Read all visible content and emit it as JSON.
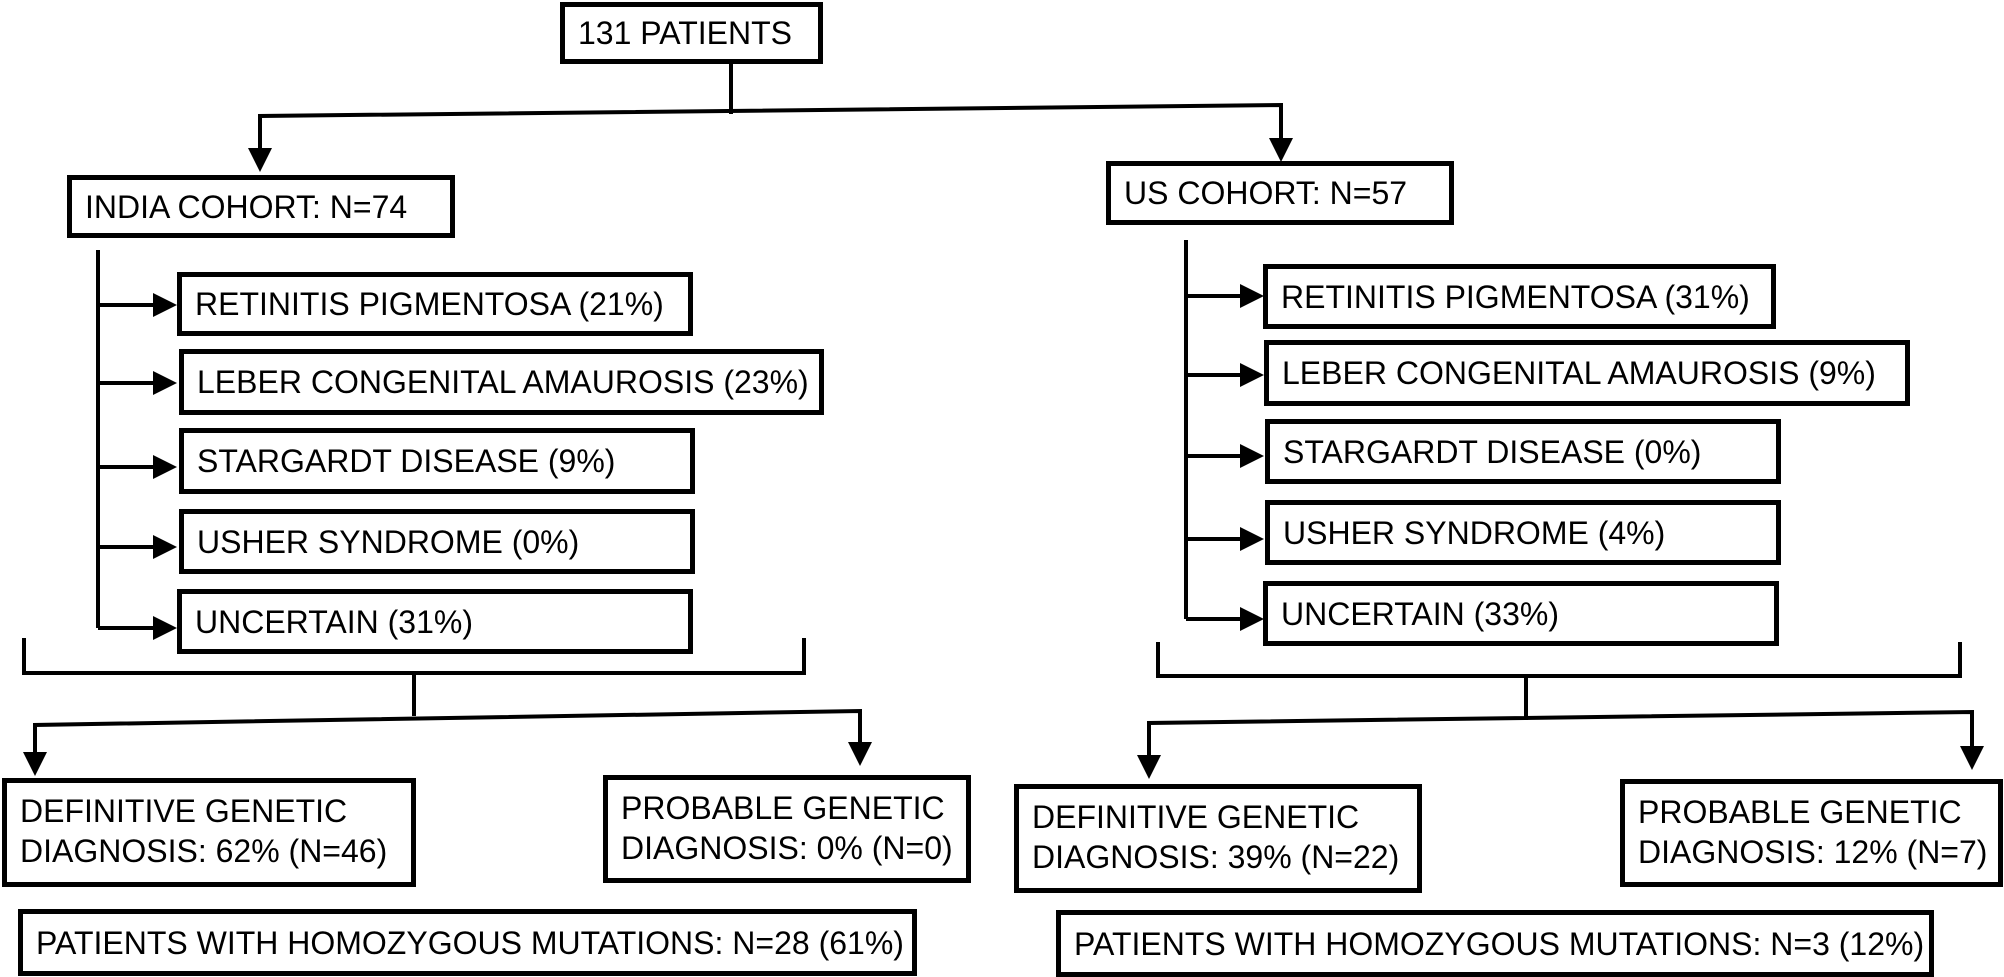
{
  "root": {
    "label": "131 PATIENTS"
  },
  "india": {
    "cohort": "INDIA COHORT: N=74",
    "diagnoses": [
      "RETINITIS PIGMENTOSA (21%)",
      "LEBER CONGENITAL AMAUROSIS (23%)",
      "STARGARDT DISEASE (9%)",
      "USHER SYNDROME (0%)",
      "UNCERTAIN (31%)"
    ],
    "definitive": {
      "line1": "DEFINITIVE GENETIC",
      "line2": "DIAGNOSIS: 62% (N=46)"
    },
    "probable": {
      "line1": "PROBABLE GENETIC",
      "line2": "DIAGNOSIS: 0% (N=0)"
    },
    "homozygous": "PATIENTS WITH HOMOZYGOUS MUTATIONS: N=28 (61%)"
  },
  "us": {
    "cohort": "US COHORT: N=57",
    "diagnoses": [
      "RETINITIS PIGMENTOSA (31%)",
      "LEBER CONGENITAL AMAUROSIS (9%)",
      "STARGARDT DISEASE (0%)",
      "USHER SYNDROME (4%)",
      "UNCERTAIN (33%)"
    ],
    "definitive": {
      "line1": "DEFINITIVE GENETIC",
      "line2": "DIAGNOSIS: 39% (N=22)"
    },
    "probable": {
      "line1": "PROBABLE GENETIC",
      "line2": "DIAGNOSIS: 12% (N=7)"
    },
    "homozygous": "PATIENTS WITH HOMOZYGOUS MUTATIONS: N=3 (12%)"
  }
}
